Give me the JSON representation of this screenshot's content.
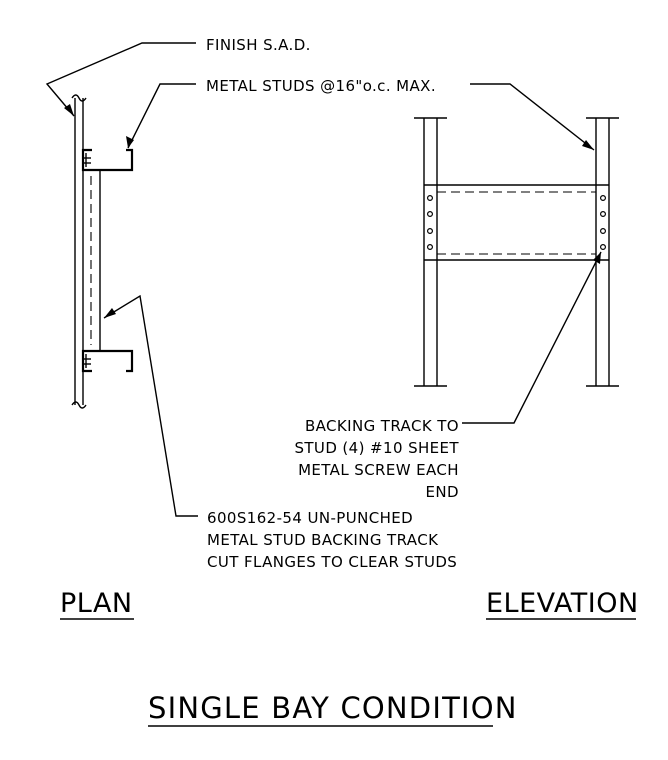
{
  "notes": {
    "finish": "FINISH S.A.D.",
    "studs": "METAL STUDS @16\"o.c. MAX.",
    "backing_track": [
      "BACKING TRACK TO",
      "STUD (4) #10 SHEET",
      "METAL SCREW EACH",
      "END"
    ],
    "backing_stud": [
      "600S162-54 UN-PUNCHED",
      "METAL STUD BACKING TRACK",
      "CUT FLANGES TO CLEAR STUDS"
    ]
  },
  "headings": {
    "plan": "PLAN",
    "elevation": "ELEVATION"
  },
  "title": "SINGLE BAY CONDITION"
}
